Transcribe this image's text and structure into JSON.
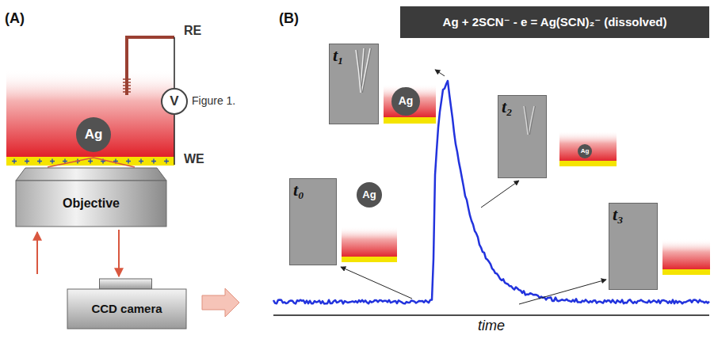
{
  "diagram": {
    "nodes": [
      {
        "text": [
          "Ag"
        ]
      },
      {
        "text": [
          "V"
        ]
      },
      {
        "text": [
          "Objective"
        ]
      },
      {
        "text": [
          "CCD camera"
        ]
      },
      {
        "text": [
          "Ag + 2SCN⁻ - e = Ag(SCN)₂⁻ (dissolved)"
        ]
      },
      {
        "text": [
          "t₁"
        ]
      },
      {
        "text": [
          "Ag"
        ]
      },
      {
        "text": [
          "t₂"
        ]
      },
      {
        "text": [
          "Ag"
        ]
      },
      {
        "text": [
          "t₀"
        ]
      },
      {
        "text": [
          "Ag"
        ]
      },
      {
        "text": [
          "t₃"
        ]
      }
    ],
    "labels": [
      "(A)",
      "(B)",
      "RE",
      "Figure 1.",
      "WE",
      "time"
    ]
  }
}
